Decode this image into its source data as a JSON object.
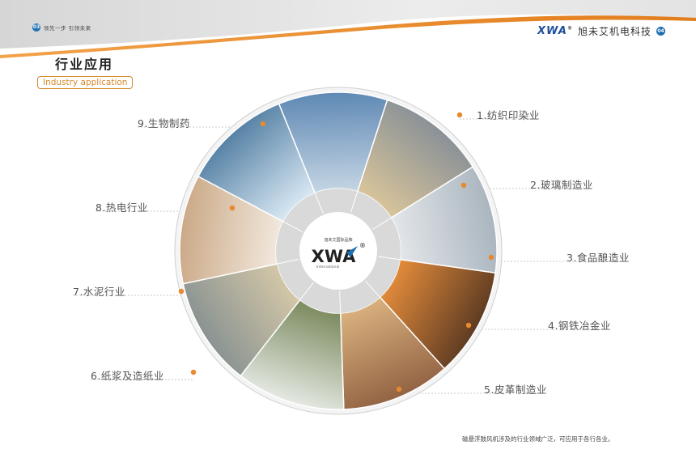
{
  "header": {
    "left_page_number": "03",
    "left_slogan": "领先一步  引领未来",
    "brand_logo_text": "XWA",
    "brand_reg_mark": "®",
    "company_name": "旭未艾机电科技",
    "right_page_number": "04"
  },
  "section": {
    "title_cn": "行业应用",
    "title_en": "Industry application"
  },
  "center_logo": {
    "subtitle": "旭未艾国际品牌",
    "brand": "XWA",
    "reg_mark": "®",
    "tagline": "International"
  },
  "industries": [
    {
      "label": "1.纺织印染业",
      "icon": "textile-factory-photo"
    },
    {
      "label": "2.玻璃制造业",
      "icon": "glass-factory-photo"
    },
    {
      "label": "3.食品酿造业",
      "icon": "food-brewing-tanks-photo"
    },
    {
      "label": "4.钢铁冶金业",
      "icon": "steel-mill-photo"
    },
    {
      "label": "5.皮革制造业",
      "icon": "leather-samples-photo"
    },
    {
      "label": "6.纸浆及造纸业",
      "icon": "paper-rolls-photo"
    },
    {
      "label": "7.水泥行业",
      "icon": "cement-plant-photo"
    },
    {
      "label": "8.热电行业",
      "icon": "power-plant-chimney-photo"
    },
    {
      "label": "9.生物制药",
      "icon": "pharma-lab-photo"
    }
  ],
  "colors": {
    "accent_orange": "#e8892e",
    "brand_blue": "#1e4f9a",
    "ring_gray": "#d9d9d9"
  },
  "footnote": "磁悬浮鼓风机涉及的行业领域广泛，可应用于各行各业。"
}
